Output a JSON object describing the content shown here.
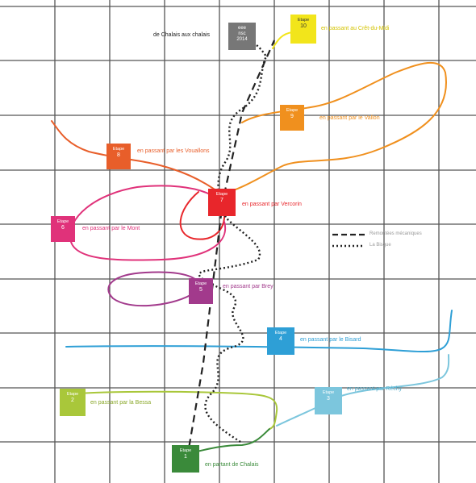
{
  "colors": {
    "grid": "#555555",
    "etape1": "#3a8a3a",
    "etape2": "#a9c73a",
    "etape3": "#7cc6dd",
    "etape4": "#2e9fd6",
    "etape5": "#a23a8c",
    "etape6": "#e0327a",
    "etape7": "#e8262b",
    "etape8": "#e85e2a",
    "etape9": "#f0901e",
    "etape10": "#f2e51b",
    "start": "#777777",
    "route": "#222222"
  },
  "start_box": {
    "line1": "eee",
    "line2": "nsc",
    "line3": "2014"
  },
  "start_caption": "de Chalais aux chalais",
  "stages": [
    {
      "id": "1",
      "title": "Etape",
      "num": "1",
      "caption": "en partant de Chalais"
    },
    {
      "id": "2",
      "title": "Etape",
      "num": "2",
      "caption": "en passant par la Bessa"
    },
    {
      "id": "3",
      "title": "Etape",
      "num": "3",
      "caption": "en passant par Réchy"
    },
    {
      "id": "4",
      "title": "Etape",
      "num": "4",
      "caption": "en passant par le Bisard"
    },
    {
      "id": "5",
      "title": "Etape",
      "num": "5",
      "caption": "en passant par Brey"
    },
    {
      "id": "6",
      "title": "Etape",
      "num": "6",
      "caption": "en passant par le Mont"
    },
    {
      "id": "7",
      "title": "Etape",
      "num": "7",
      "caption": "en passant par Vercorin"
    },
    {
      "id": "8",
      "title": "Etape",
      "num": "8",
      "caption": "en passant par les Vouallons"
    },
    {
      "id": "9",
      "title": "Etape",
      "num": "9",
      "caption": "en passant par le Vallon"
    },
    {
      "id": "10",
      "title": "Etape",
      "num": "10",
      "caption": "en passant au Crêt-du-Midi"
    }
  ],
  "legend": {
    "dashed_label": "Remontées mécaniques",
    "dotted_label": "La Bisque"
  }
}
